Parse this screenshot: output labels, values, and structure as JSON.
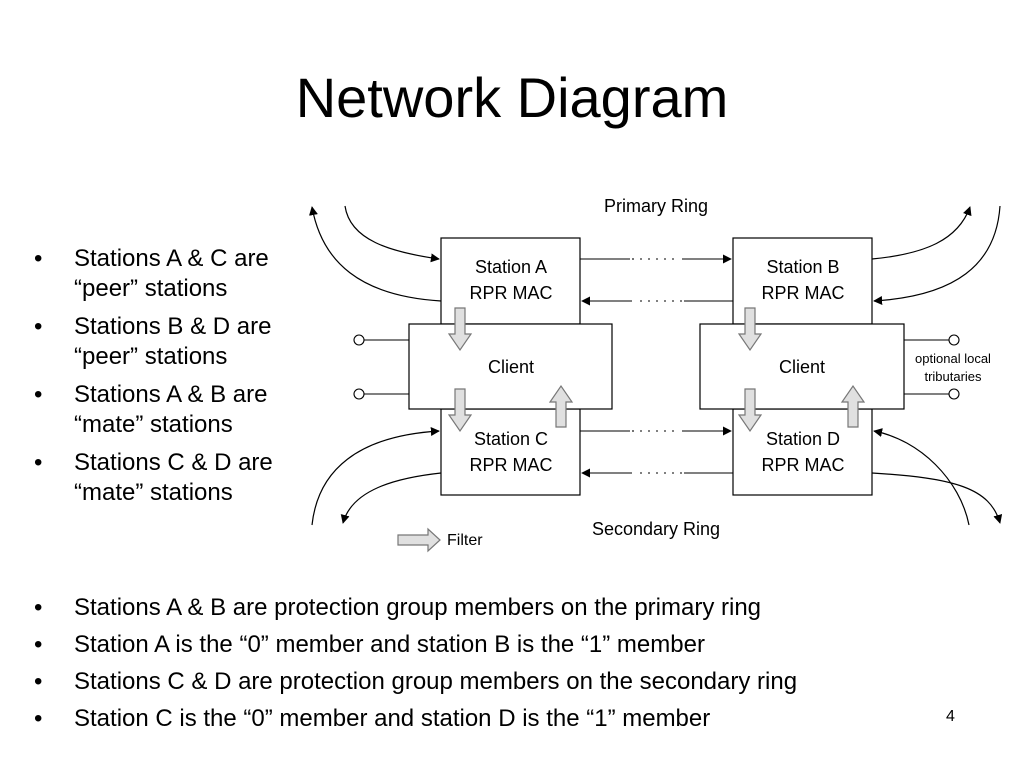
{
  "slide": {
    "title": "Network Diagram",
    "page_number": "4"
  },
  "left_bullets": [
    {
      "line1": "Stations A & C are",
      "line2": "“peer” stations"
    },
    {
      "line1": "Stations B & D are",
      "line2": "“peer” stations"
    },
    {
      "line1": "Stations A & B are",
      "line2": "“mate” stations"
    },
    {
      "line1": "Stations C & D are",
      "line2": "“mate” stations"
    }
  ],
  "bottom_bullets": [
    "Stations A & B are protection group members on the primary ring",
    "Station A is the “0” member and station B is the “1” member",
    "Stations C & D are protection group members on the secondary ring",
    "Station C is the “0” member and station D is the “1” member"
  ],
  "diagram": {
    "primary_ring_label": "Primary Ring",
    "secondary_ring_label": "Secondary Ring",
    "stations": {
      "a": {
        "line1": "Station A",
        "line2": "RPR MAC"
      },
      "b": {
        "line1": "Station B",
        "line2": "RPR MAC"
      },
      "c": {
        "line1": "Station C",
        "line2": "RPR MAC"
      },
      "d": {
        "line1": "Station D",
        "line2": "RPR MAC"
      }
    },
    "client_left": "Client",
    "client_right": "Client",
    "tributaries_label": {
      "line1": "optional local",
      "line2": "tributaries"
    },
    "legend_filter": "Filter"
  }
}
